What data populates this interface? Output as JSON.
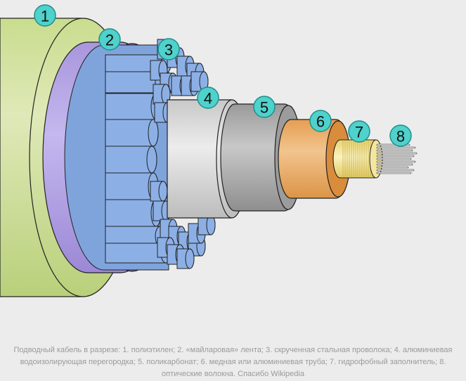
{
  "labels": [
    "1",
    "2",
    "3",
    "4",
    "5",
    "6",
    "7",
    "8"
  ],
  "caption": "Подводный кабель в разрезе: 1. полиэтилен; 2. «майларовая» лента; 3. скрученная стальная проволока; 4. алюминиевая водоизолирующая перегородка; 5. поликарбонат; 6. медная или алюминиевая труба; 7. гидрофобный заполнитель; 8. оптические волокна. Спасибо Wikipedia",
  "colors": {
    "polyethylene": "#c5d98c",
    "mylar": "#b0a0e0",
    "steel_wire": "#8cb0e6",
    "aluminium_barrier": "#d6d6d6",
    "polycarbonate": "#a8a8a8",
    "copper_tube": "#e8a860",
    "filler": "#f0e090",
    "fibers": "#c8c8c8",
    "marker": "#4fd1cc"
  }
}
